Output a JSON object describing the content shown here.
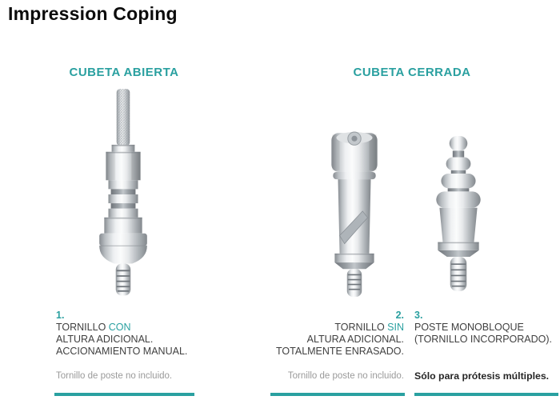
{
  "page": {
    "title": "Impression Coping"
  },
  "colors": {
    "accent": "#2AA0A0",
    "text": "#3F3F3F",
    "muted": "#9A9A9A",
    "dark": "#262626"
  },
  "columns": {
    "left": {
      "header": "CUBETA ABIERTA"
    },
    "right": {
      "header": "CUBETA CERRADA"
    }
  },
  "items": {
    "item1": {
      "number": "1.",
      "line1_prefix": "TORNILLO ",
      "line1_highlight": "CON",
      "line2": "ALTURA ADICIONAL.",
      "line3": "ACCIONAMIENTO MANUAL.",
      "note": "Tornillo de poste no incluido."
    },
    "item2": {
      "number": "2.",
      "line1_prefix": "TORNILLO ",
      "line1_highlight": "SIN",
      "line2": "ALTURA ADICIONAL.",
      "line3": "TOTALMENTE ENRASADO.",
      "note": "Tornillo de poste no incluido."
    },
    "item3": {
      "number": "3.",
      "line1": "POSTE MONOBLOQUE",
      "line2": "(TORNILLO INCORPORADO).",
      "note": "Sólo para prótesis múltiples."
    }
  },
  "images": {
    "open_tray": "open-tray impression coping",
    "closed_tray": "closed-tray impression coping",
    "monoblock": "monoblock post with incorporated screw"
  }
}
